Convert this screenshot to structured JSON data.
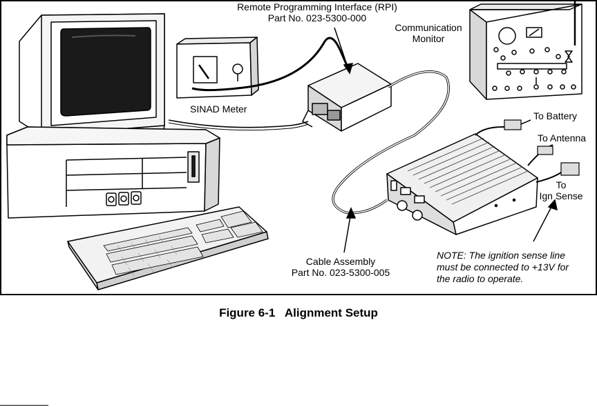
{
  "labels": {
    "rpi": [
      "Remote Programming Interface (RPI)",
      "Part No. 023-5300-000"
    ],
    "comm_monitor": [
      "Communication",
      "Monitor"
    ],
    "sinad_meter": "SINAD Meter",
    "to_battery": "To Battery",
    "to_antenna": "To Antenna",
    "to_ign_sense": [
      "To",
      "Ign Sense"
    ],
    "cable_assembly": [
      "Cable Assembly",
      "Part No. 023-5300-005"
    ],
    "note": [
      "NOTE: The ignition sense line",
      "must be connected to +13V for",
      "the radio to operate."
    ]
  },
  "caption": {
    "number": "Figure 6-1",
    "title": "Alignment Setup"
  }
}
